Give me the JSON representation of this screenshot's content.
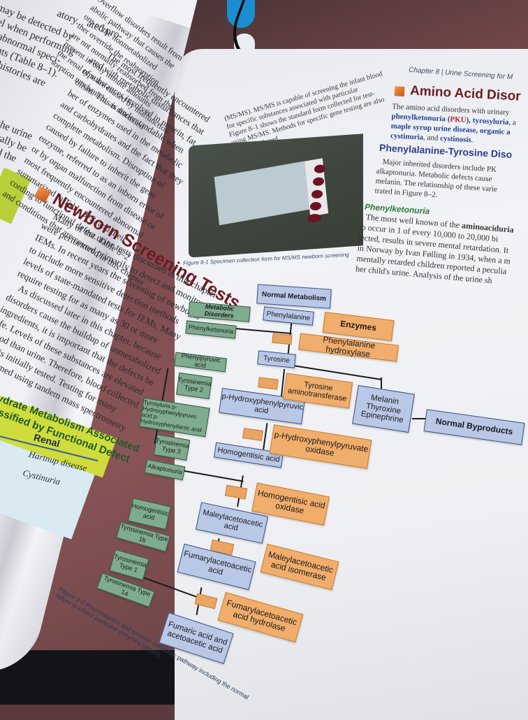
{
  "left_page": {
    "top_fragments": [
      "atory.",
      "ated pro-",
      "may be detected by",
      "nel when performing",
      "of abnormal speci-",
      "atients (Table 8–1).",
      "mily histories are"
    ],
    "mid_fragments": [
      "the urine",
      "erally be",
      "and the"
    ],
    "column2_lines": [
      "Overflow disorders result from",
      "abolic pathway that causes the",
      "ons of the nonmetabolized",
      "ther override the reabsorption",
      "are not normally reabsorbed from the",
      "present in only minute amounts",
      "the renal type are caused by malfunction",
      "sorption mechanism, as discussed",
      "The most frequently encountered",
      "ated with metabolic disturbances that",
      "of substances involved in protein, fat,",
      "olism. This is understandable when",
      "ber of enzymes used in the metabolic",
      "and carbohydrates and the fact that they",
      "complete metabolism. Disruption of",
      "caused by failure to inherit the gene",
      "enzyme, referred to as an inborn error of",
      "or by organ malfunction from disease or",
      "most frequently encountered abnormal",
      "summarized in Table 8–2, and their",
      "cording to functional defect. Table 8–2",
      "and conditions that are covered in this chapter"
    ],
    "section_heading": "Newborn Screening Tests",
    "section_lines": [
      "Many of the urine tests discussed in this chapter",
      "were performed primarily to detect and monitor",
      "IEMs. In recent years the screening of newborns",
      "to include more sensitive detection methods",
      "levels of state-mandated tests for IEMs. Many",
      "require testing for as many as 30 or more",
      "As discussed later in this chapter, because",
      "disorders cause the buildup of unmetabolized",
      "ingredients, it is important that the defects be",
      "life. Levels of these substances are elevated",
      "blood than urine. Therefore, blood collected",
      "ture is initially tested. Testing for many",
      "performed using tandem mass spectrometry"
    ],
    "table": {
      "title_lines": [
        "ydrate Metabolism Associated",
        "assified by Functional Defect"
      ],
      "column_header": "Renal",
      "rows": [
        "Hartnup disease",
        "Cystinuria"
      ]
    }
  },
  "right_page": {
    "running_head": "Chapter 8 | Urine Screening for M",
    "msms_lines": [
      "(MS/MS). MS/MS is capable of screening the infant blood",
      "for specific substances associated with particular",
      "Figure 8–1 shows the standard form collected for test-",
      "using MS/MS. Methods for specific gene testing are also",
      "being developed."
    ],
    "figure1_caption": "Figure 8-1 Specimen collection form for MS/MS newborn screening",
    "amino_heading": "Amino Acid Disor",
    "amino_intro": {
      "line1": "The amino acid disorders with urinary",
      "line2_terms": [
        "phenylketonuria",
        "(",
        "PKU",
        "), ",
        "tyrosyluria",
        ", a"
      ],
      "line3": "maple syrup urine disease, organic a",
      "line4_terms": [
        "cystinuria",
        ", and ",
        "cystinosis",
        "."
      ]
    },
    "pt_heading": "Phenylalanine-Tyrosine Diso",
    "pt_lines": [
      "Major inherited disorders include PK",
      "alkaptonuria. Metabolic defects cause",
      "melanin. The relationship of these varie",
      "trated in Figure 8–2."
    ],
    "pku_heading": "Phenylketonuria",
    "pku_lines": [
      {
        "pre": "The most well known of the ",
        "bold": "aminoaciduria",
        "post": ""
      },
      {
        "pre": "to occur in 1 of every 10,000 to 20,000 bi",
        "bold": "",
        "post": ""
      },
      {
        "pre": "tected, results in severe mental retardation. It",
        "bold": "",
        "post": ""
      },
      {
        "pre": "in Norway by Ivan Følling in 1934, when a m",
        "bold": "",
        "post": ""
      },
      {
        "pre": "mentally retarded children reported a peculia",
        "bold": "",
        "post": ""
      },
      {
        "pre": "her child's urine. Analysis of the urine sh",
        "bold": "",
        "post": ""
      }
    ]
  },
  "diagram": {
    "legend": {
      "normal": "Normal Metabolism",
      "disorders": "Metabolic Disorders",
      "enzymes": "Enzymes",
      "byproducts": "Normal Byproducts"
    },
    "metabolites": {
      "phenylalanine": "Phenylalanine",
      "tyrosine": "Tyrosine",
      "phpa": "p-Hydroxyphenylpyruvic acid",
      "homogentisic": "Homogentisic acid",
      "maleylacetoacetic": "Maleylacetoacetic acid",
      "fumarylacetoacetic": "Fumarylacetoacetic acid",
      "fumaric": "Fumaric acid and acetoacetic acid",
      "byproducts": "Melanin Thyroxine Epinephrine"
    },
    "enzymes": {
      "pah": "Phenylalanine hydroxylase",
      "tat": "Tyrosine aminotransferase",
      "hppd": "p-Hydroxyphenylpyruvate oxidase",
      "hgd": "Homogentisic acid oxidase",
      "mai": "Maleylacetoacetic acid isomerase",
      "fah": "Fumarylacetoacetic acid hydrolase"
    },
    "disorders": {
      "pku": "Phenylketonuria",
      "phenylpyruvic": "Phenylpyruvic acid",
      "tyr2": "Tyrosinemia Type 2",
      "tyrosyluria": "Tyrosyluria p-Hydroxyphenylpyruvic acid p-Hydroxyphenyllactic acid",
      "tyr3": "Tyrosinemia Type 3",
      "alkaptonuria": "Alkaptonuria",
      "hga": "Homogentisic acid",
      "tyr1b": "Tyrosinemia Type 1b",
      "tyr1": "Tyrosinemia Type 1",
      "tyr1a": "Tyrosinemia Type 1a"
    },
    "caption_line1": "Figure 8-2 Phenylalanine and tyrosine metabolic pathway including the normal",
    "caption_line2": "failure to inherit particular enzymes (green)."
  }
}
